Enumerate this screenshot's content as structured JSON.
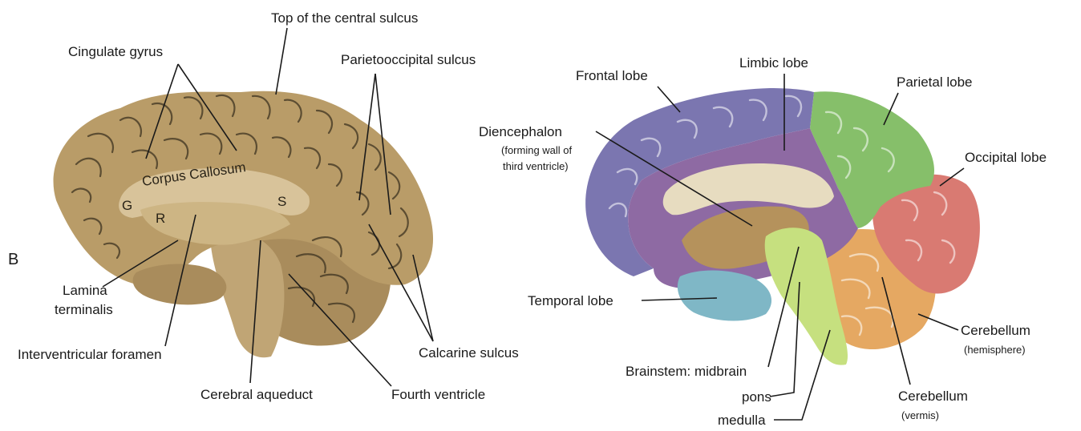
{
  "panel_letter": "B",
  "left_panel": {
    "labels": {
      "top_central_sulcus": "Top of the central sulcus",
      "cingulate_gyrus": "Cingulate gyrus",
      "parietooccipital_sulcus": "Parietooccipital sulcus",
      "lamina_1": "Lamina",
      "lamina_2": "terminalis",
      "interventricular_foramen": "Interventricular foramen",
      "cerebral_aqueduct": "Cerebral aqueduct",
      "fourth_ventricle": "Fourth ventricle",
      "calcarine_sulcus": "Calcarine sulcus"
    },
    "in_brain": {
      "corpus_callosum": "Corpus Callosum",
      "g": "G",
      "r": "R",
      "s": "S"
    }
  },
  "right_panel": {
    "labels": {
      "frontal_lobe": "Frontal lobe",
      "limbic_lobe": "Limbic lobe",
      "parietal_lobe": "Parietal lobe",
      "occipital_lobe": "Occipital lobe",
      "diencephalon": "Diencephalon",
      "diencephalon_sub_1": "(forming wall of",
      "diencephalon_sub_2": "third ventricle)",
      "temporal_lobe": "Temporal lobe",
      "brainstem_midbrain": "Brainstem: midbrain",
      "pons": "pons",
      "medulla": "medulla",
      "cerebellum_hemi": "Cerebellum",
      "cerebellum_hemi_sub": "(hemisphere)",
      "cerebellum_vermis": "Cerebellum",
      "cerebellum_vermis_sub": "(vermis)"
    },
    "region_colors": {
      "frontal": "#7b76b0",
      "limbic": "#8e6aa3",
      "parietal": "#86bf6a",
      "occipital": "#d97a72",
      "temporal": "#7fb7c6",
      "diencephalon": "#b5925c",
      "corpus_callosum": "#e7dcc0",
      "brainstem": "#c6e07f",
      "cerebellum": "#e5a862"
    }
  },
  "specimen_color": "#b99c68"
}
